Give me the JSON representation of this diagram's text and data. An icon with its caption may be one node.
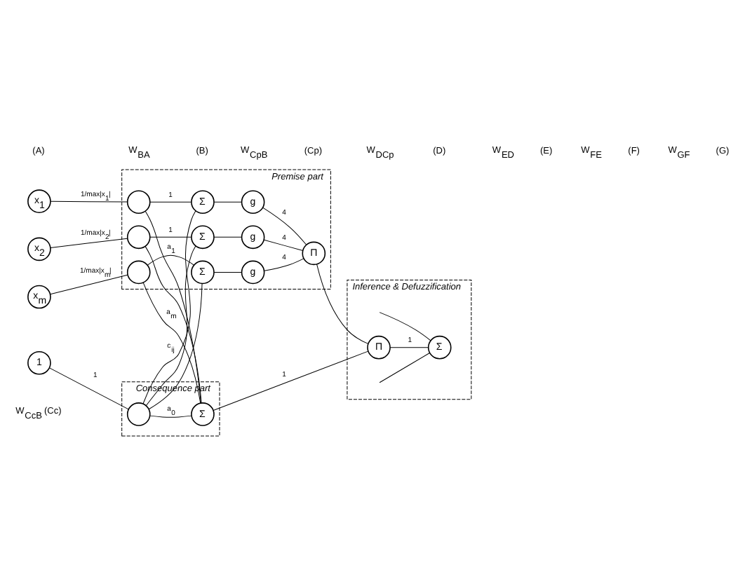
{
  "diagram": {
    "nodes": [
      {
        "text": [
          "Premise part"
        ]
      },
      {
        "text": [
          "Consequence part"
        ]
      },
      {
        "text": [
          "Inference & Defuzzification"
        ]
      },
      {
        "text": [
          "x$_{1}$"
        ]
      },
      {
        "text": [
          "x$_{2}$"
        ]
      },
      {
        "text": [
          "x$_{m}$"
        ]
      },
      {
        "text": [
          "1"
        ]
      },
      {
        "text": [],
        "shape": "circle",
        "in": 0
      },
      {
        "text": [],
        "shape": "circle",
        "in": 0
      },
      {
        "text": [],
        "shape": "circle",
        "in": 0
      },
      {
        "text": [],
        "shape": "circle",
        "in": 1
      },
      {
        "text": [
          "Σ"
        ],
        "in": 0
      },
      {
        "text": [
          "Σ"
        ],
        "in": 0
      },
      {
        "text": [
          "Σ"
        ],
        "in": 0
      },
      {
        "text": [
          "Σ"
        ],
        "in": 1
      },
      {
        "text": [
          "g"
        ],
        "in": 0
      },
      {
        "text": [
          "g"
        ],
        "in": 0
      },
      {
        "text": [
          "g"
        ],
        "in": 0
      },
      {
        "text": [
          "Π"
        ],
        "in": 0
      },
      {
        "text": [
          "Π"
        ],
        "in": 2
      },
      {
        "text": [
          "Σ"
        ],
        "in": 2
      }
    ],
    "edges": [
      {
        "from": 3,
        "to": 7,
        "arrow": "none",
        "label": "1/max|x$_{1}$|"
      },
      {
        "from": 4,
        "to": 8,
        "arrow": "none",
        "label": "1/max|x$_{2}$|"
      },
      {
        "from": 5,
        "to": 9,
        "arrow": "none",
        "label": "1/max|x$_{m}$|"
      },
      {
        "from": 6,
        "to": 10,
        "arrow": "none",
        "label": "1"
      },
      {
        "from": 7,
        "to": 11,
        "arrow": "none",
        "label": "1"
      },
      {
        "from": 8,
        "to": 12,
        "arrow": "none",
        "label": "1"
      },
      {
        "from": 9,
        "to": 13,
        "arrow": "none"
      },
      {
        "from": 10,
        "to": 11,
        "arrow": "none",
        "label": "c$_{ij}$"
      },
      {
        "from": 10,
        "to": 12,
        "arrow": "none"
      },
      {
        "from": 10,
        "to": 13,
        "arrow": "none"
      },
      {
        "from": 7,
        "to": 14,
        "arrow": "none",
        "label": "a$_{1}$"
      },
      {
        "from": 8,
        "to": 14,
        "arrow": "none"
      },
      {
        "from": 9,
        "to": 14,
        "arrow": "none",
        "label": "a$_{m}$"
      },
      {
        "from": 10,
        "to": 14,
        "arrow": "none",
        "label": "a$_{0}$"
      },
      {
        "from": 11,
        "to": 15,
        "arrow": "none"
      },
      {
        "from": 12,
        "to": 16,
        "arrow": "none"
      },
      {
        "from": 13,
        "to": 17,
        "arrow": "none"
      },
      {
        "from": 15,
        "to": 18,
        "arrow": "none",
        "label": "4"
      },
      {
        "from": 16,
        "to": 18,
        "arrow": "none",
        "label": "4"
      },
      {
        "from": 17,
        "to": 18,
        "arrow": "none",
        "label": "4"
      },
      {
        "from": 18,
        "to": 19,
        "arrow": "none"
      },
      {
        "from": 14,
        "to": 19,
        "arrow": "none",
        "label": "1"
      },
      {
        "from": 19,
        "to": 20,
        "arrow": "none",
        "label": "1"
      },
      {
        "from": null,
        "to": 20,
        "arrow": "none"
      },
      {
        "from": null,
        "to": 20,
        "arrow": "none"
      }
    ],
    "labels": [
      "(A)",
      "W$_{BA}$",
      "(B)",
      "W$_{CpB}$",
      "(Cp)",
      "W$_{DCp}$",
      "(D)",
      "W$_{ED}$",
      "(E)",
      "W$_{FE}$",
      "(F)",
      "W$_{GF}$",
      "(G)",
      "W$_{CcB}$ (Cc)"
    ]
  }
}
